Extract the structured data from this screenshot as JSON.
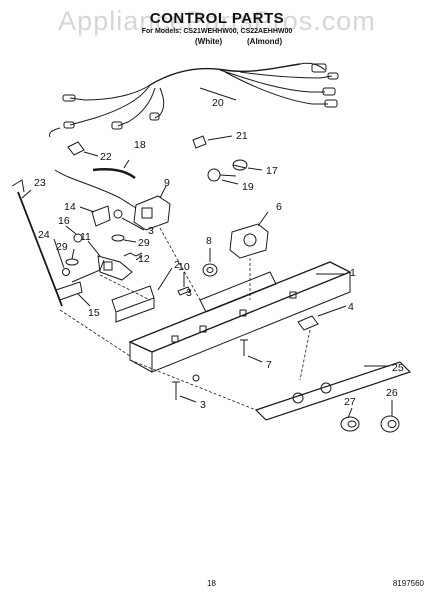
{
  "watermark": "AppliancePartsPros.com",
  "title": "CONTROL PARTS",
  "models": "For Models: CS21WEHHW00, CS22AEHHW00",
  "color_white": "(White)",
  "color_almond": "(Almond)",
  "page_number": "18",
  "part_code": "8197560",
  "callouts": [
    "1",
    "2",
    "3",
    "3",
    "3",
    "4",
    "6",
    "7",
    "8",
    "9",
    "10",
    "11",
    "12",
    "14",
    "15",
    "16",
    "17",
    "18",
    "19",
    "20",
    "21",
    "22",
    "23",
    "24",
    "25",
    "26",
    "27",
    "29",
    "29"
  ],
  "colors": {
    "ink": "#1a1a1a",
    "watermark": "#c9c9c9"
  }
}
